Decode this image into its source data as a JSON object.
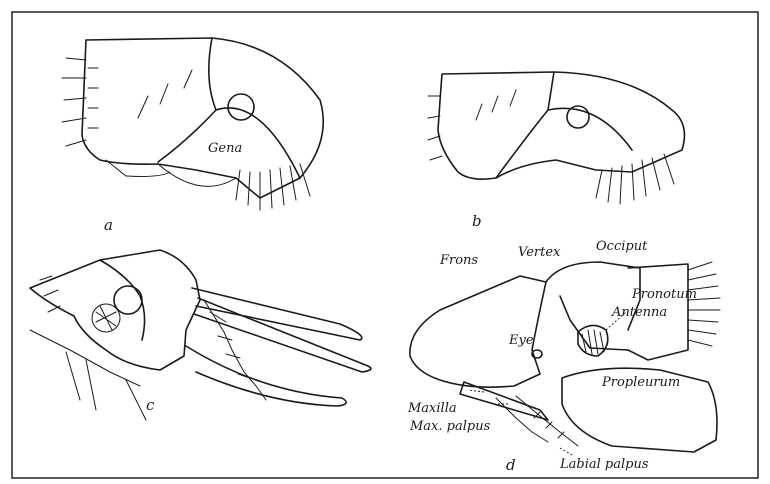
{
  "figure": {
    "panels": {
      "a": {
        "letter": "a",
        "labels": {
          "gena": "Gena"
        }
      },
      "b": {
        "letter": "b"
      },
      "c": {
        "letter": "c"
      },
      "d": {
        "letter": "d",
        "labels": {
          "frons": "Frons",
          "vertex": "Vertex",
          "occiput": "Occiput",
          "pronotum": "Pronotum",
          "antenna": "Antenna",
          "eye": "Eye",
          "propleurum": "Propleurum",
          "maxilla": "Maxilla",
          "max_palpus": "Max. palpus",
          "labial_palpus": "Labial palpus"
        }
      }
    }
  }
}
